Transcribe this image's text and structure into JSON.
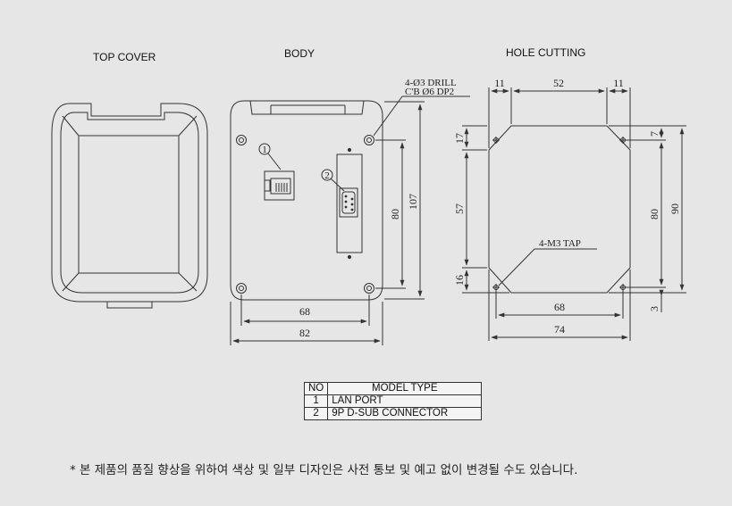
{
  "labels": {
    "top_cover": "TOP COVER",
    "body": "BODY",
    "hole_cutting": "HOLE CUTTING"
  },
  "body_dims": {
    "drill_note_1": "4-Ø3 DRILL",
    "drill_note_2": "C'B Ø6 DP2",
    "height_outer": "107",
    "height_inner": "80",
    "width_inner": "68",
    "width_outer": "82",
    "callout_1": "1",
    "callout_2": "2"
  },
  "hole_dims": {
    "top_left": "11",
    "top_mid": "52",
    "top_right": "11",
    "left_top": "17",
    "left_mid": "57",
    "left_bot": "16",
    "right_top": "7",
    "right_inner": "80",
    "right_outer": "90",
    "right_bot": "3",
    "bottom_inner": "68",
    "bottom_outer": "74",
    "tap_note": "4-M3 TAP"
  },
  "model_table": {
    "headers": {
      "no": "NO",
      "type": "MODEL  TYPE"
    },
    "rows": [
      {
        "no": "1",
        "type": "LAN PORT"
      },
      {
        "no": "2",
        "type": "9P D-SUB CONNECTOR"
      }
    ]
  },
  "note": "* 본 제품의 품질 향상을 위하여 색상 및 일부 디자인은 사전 통보 및 예고 없이 변경될 수도 있습니다."
}
